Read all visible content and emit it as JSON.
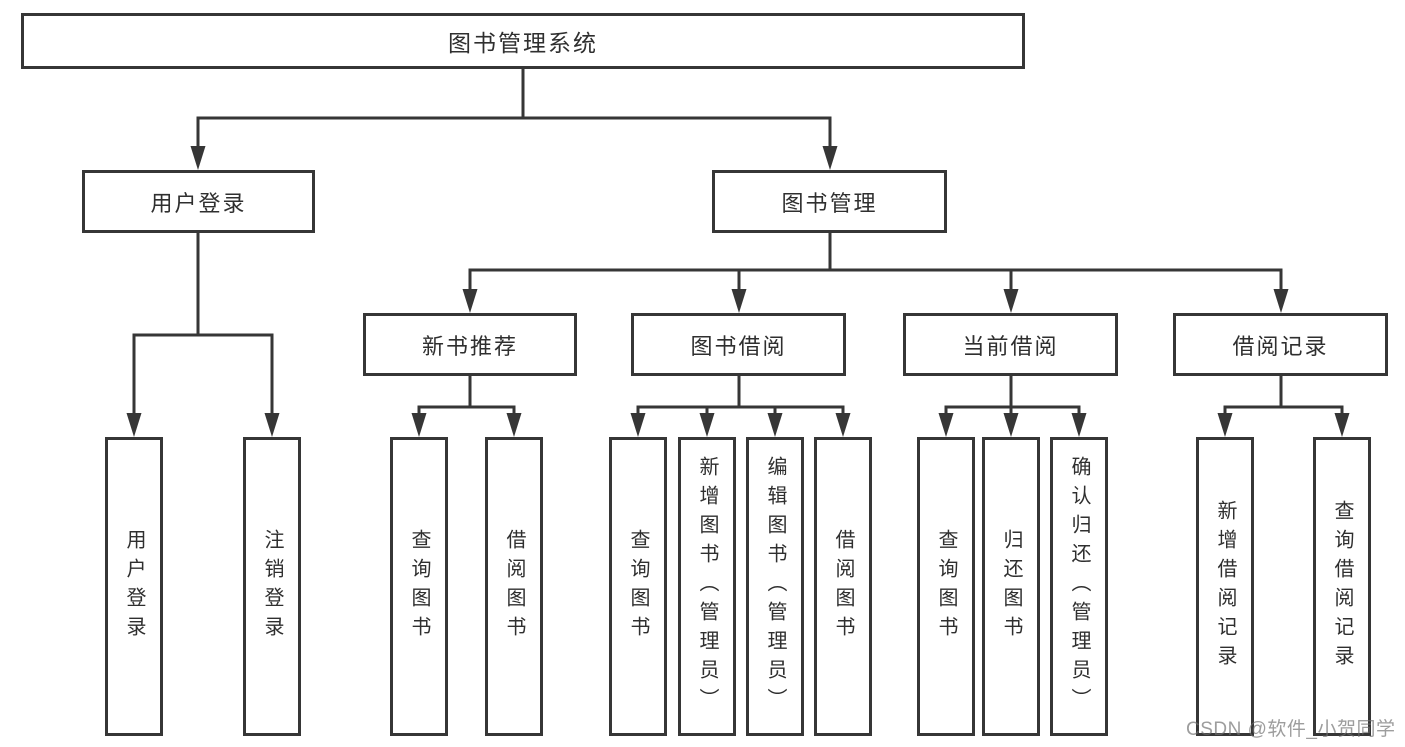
{
  "tree": {
    "label": "图书管理系统",
    "children": [
      {
        "label": "用户登录",
        "children": [
          {
            "label": "用户登录"
          },
          {
            "label": "注销登录"
          }
        ]
      },
      {
        "label": "图书管理",
        "children": [
          {
            "label": "新书推荐",
            "children": [
              {
                "label": "查询图书"
              },
              {
                "label": "借阅图书"
              }
            ]
          },
          {
            "label": "图书借阅",
            "children": [
              {
                "label": "查询图书"
              },
              {
                "label": "新增图书（管理员）"
              },
              {
                "label": "编辑图书（管理员）"
              },
              {
                "label": "借阅图书"
              }
            ]
          },
          {
            "label": "当前借阅",
            "children": [
              {
                "label": "查询图书"
              },
              {
                "label": "归还图书"
              },
              {
                "label": "确认归还（管理员）"
              }
            ]
          },
          {
            "label": "借阅记录",
            "children": [
              {
                "label": "新增借阅记录"
              },
              {
                "label": "查询借阅记录"
              }
            ]
          }
        ]
      }
    ]
  },
  "watermark": "CSDN @软件_小贺同学",
  "colors": {
    "line": "#363636",
    "box_border": "#363636",
    "text": "#2f2f2f",
    "watermark": "#6e6e6e"
  }
}
